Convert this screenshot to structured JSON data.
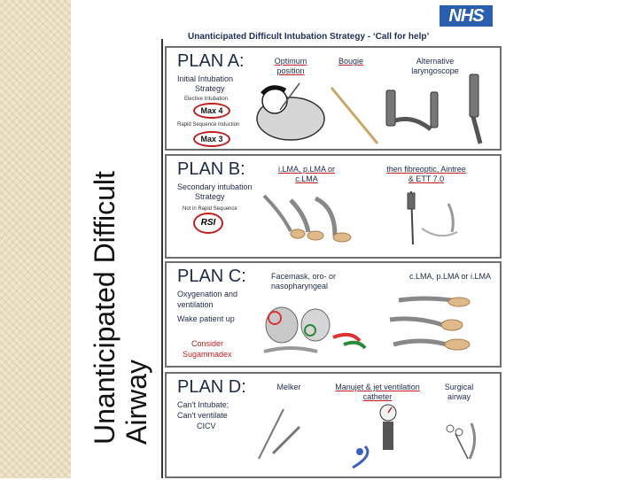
{
  "slide": {
    "title_line1": "Unanticipated Difficult",
    "title_line2": "Airway"
  },
  "document": {
    "logo": "NHS",
    "title": "Unanticipated Difficult Intubation Strategy  -  ‘Call for help’",
    "colors": {
      "nhs_blue": "#2a5fb0",
      "red_accent": "#c02020",
      "border": "#6f6f6f"
    },
    "plans": [
      {
        "heading": "PLAN A:",
        "subtitle_lines": [
          "Initial Intubation",
          "Strategy"
        ],
        "notes": [
          "Elective Intubation",
          "Rapid Sequence Induction"
        ],
        "badges": [
          "Max 4",
          "Max 3"
        ],
        "items": [
          "Optimum position",
          "Bougie",
          "Alternative laryngoscope"
        ]
      },
      {
        "heading": "PLAN B:",
        "subtitle_lines": [
          "Secondary intubation",
          "Strategy"
        ],
        "notes": [
          "Not in Rapid Sequence"
        ],
        "badges": [
          "RSI"
        ],
        "items": [
          "i.LMA, p.LMA or c.LMA",
          "then fibreoptic, Aintree & ETT 7.0"
        ]
      },
      {
        "heading": "PLAN C:",
        "subtitle_lines": [
          "Oxygenation and",
          "ventilation",
          "Wake patient up"
        ],
        "notes": [
          "Consider",
          "Sugammadex"
        ],
        "items": [
          "Facemask, oro- or nasopharyngeal",
          "c.LMA, p.LMA or i.LMA"
        ]
      },
      {
        "heading": "PLAN D:",
        "subtitle_lines": [
          "Can't Intubate;",
          "Can't ventilate",
          "CICV"
        ],
        "items": [
          "Melker",
          "Manujet & jet ventilation catheter",
          "Surgical airway"
        ]
      }
    ]
  }
}
